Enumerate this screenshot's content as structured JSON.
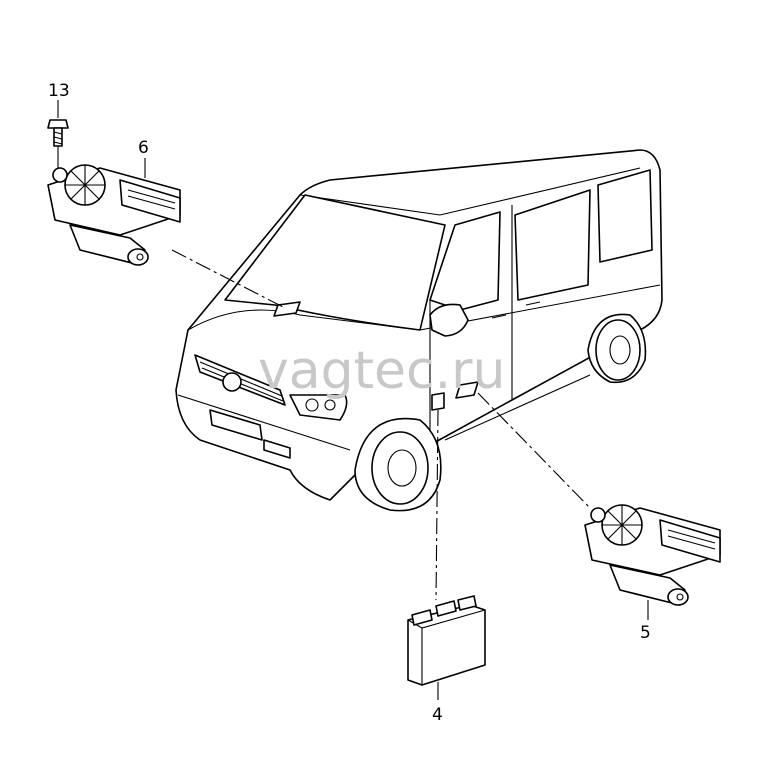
{
  "watermark": "vagtec.ru",
  "callouts": {
    "c13": "13",
    "c6": "6",
    "c5": "5",
    "c4": "4"
  },
  "parts": [
    {
      "callout": "13",
      "depicts": "bolt-icon"
    },
    {
      "callout": "6",
      "depicts": "window-motor-icon"
    },
    {
      "callout": "5",
      "depicts": "window-motor-icon"
    },
    {
      "callout": "4",
      "depicts": "control-unit-icon"
    }
  ],
  "colors": {
    "line": "#000000",
    "watermark": "#c8c8c8",
    "background": "#ffffff"
  }
}
